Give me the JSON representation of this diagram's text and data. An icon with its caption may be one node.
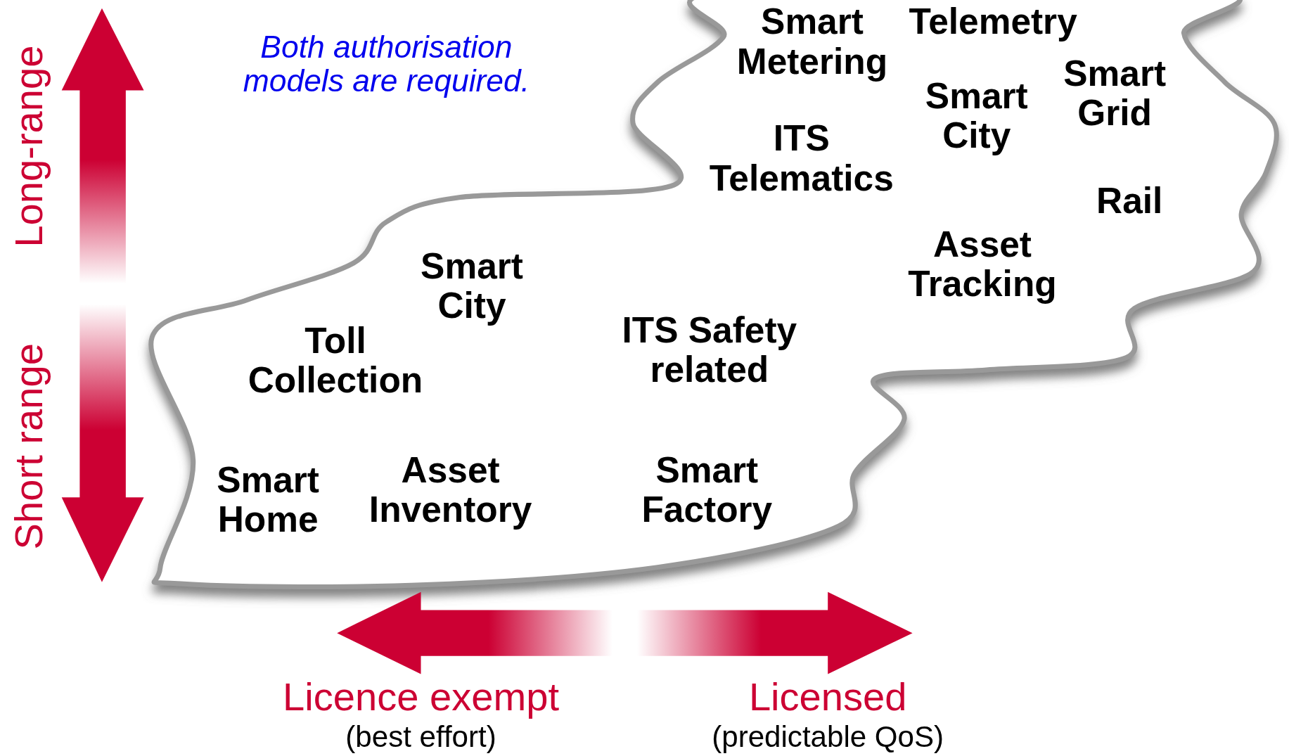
{
  "diagram": {
    "labels": [
      "Long-range",
      "Both authorisation models are required.",
      "Telemetry",
      "Smart Metering",
      "Smart Grid",
      "Smart City",
      "ITS Telematics",
      "Rail",
      "Asset Tracking",
      "Smart City",
      "Toll Collection",
      "ITS Safety related",
      "Short range",
      "Smart Home",
      "Asset Inventory",
      "Smart Factory",
      "Licence exempt",
      "(best effort)",
      "Licensed",
      "(predictable QoS)"
    ]
  }
}
